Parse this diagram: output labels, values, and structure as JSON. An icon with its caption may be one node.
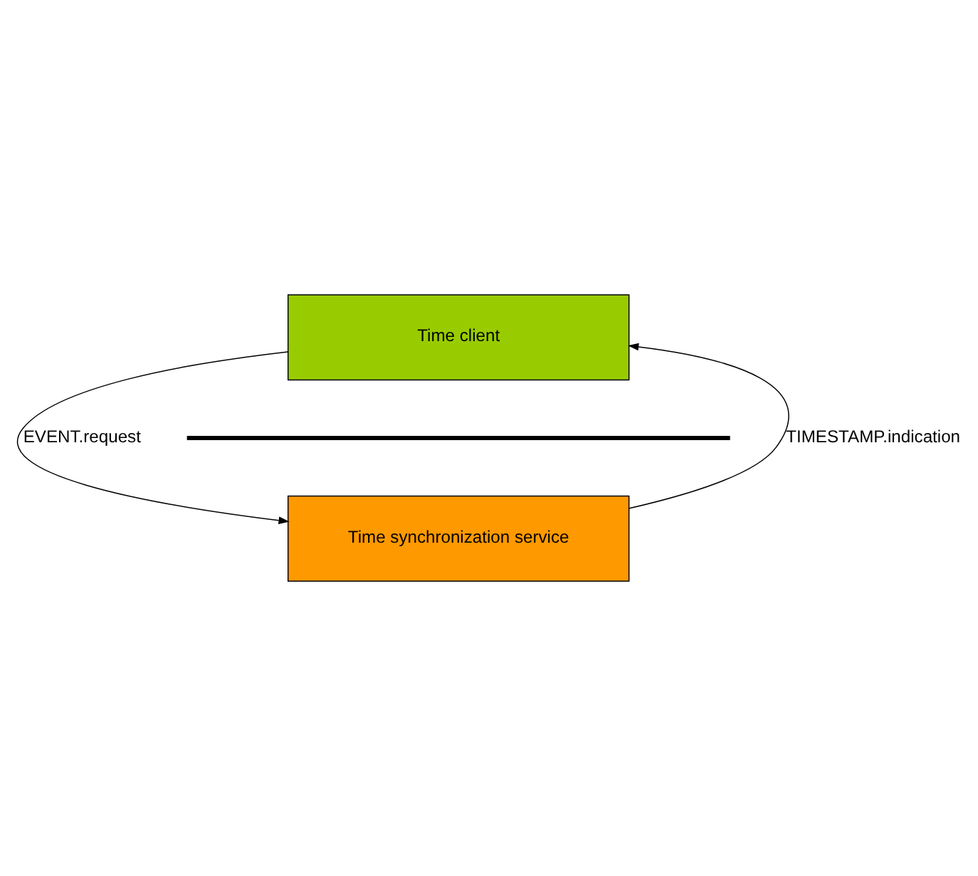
{
  "diagram": {
    "nodes": [
      {
        "text": [
          "Time client"
        ]
      },
      {
        "text": [
          "Time synchronization service"
        ]
      }
    ],
    "edges": [
      {
        "from": 0,
        "to": 1,
        "arrow": "to",
        "label": "EVENT.request"
      },
      {
        "from": 1,
        "to": 0,
        "arrow": "to",
        "label": "TIMESTAMP.indication"
      }
    ]
  }
}
